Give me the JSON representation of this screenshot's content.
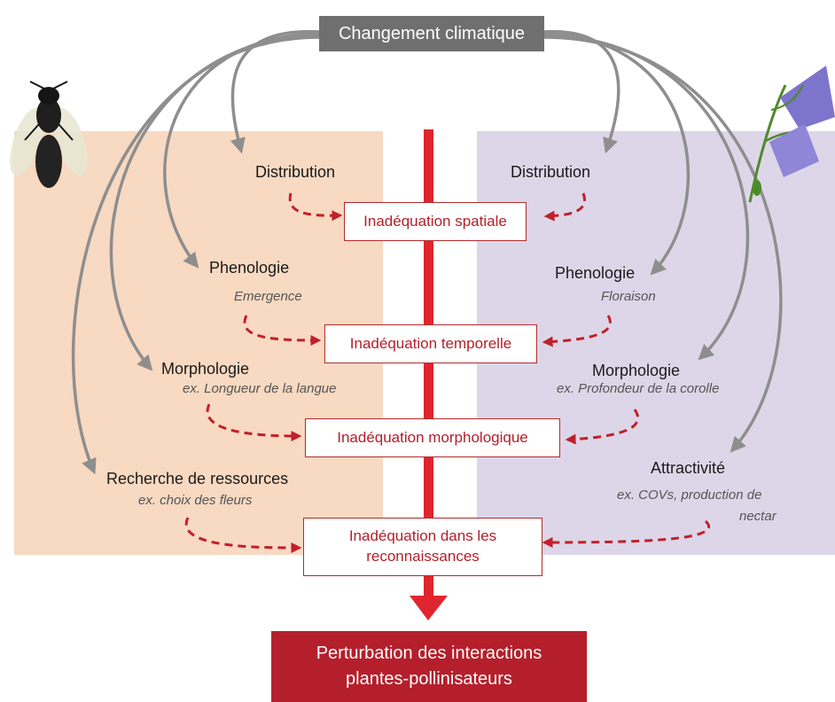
{
  "title": "Changement climatique",
  "outcome": "Perturbation des interactions\nplantes-pollinisateurs",
  "left": {
    "distribution": "Distribution",
    "phenologie": "Phenologie",
    "phenologie_sub": "Emergence",
    "morphologie": "Morphologie",
    "morphologie_sub": "ex. Longueur de la langue",
    "recherche": "Recherche de ressources",
    "recherche_sub": "ex. choix des fleurs"
  },
  "right": {
    "distribution": "Distribution",
    "phenologie": "Phenologie",
    "phenologie_sub": "Floraison",
    "morphologie": "Morphologie",
    "morphologie_sub": "ex. Profondeur de la corolle",
    "attractivite": "Attractivité",
    "attractivite_sub1": "ex. COVs, production de",
    "attractivite_sub2": "nectar"
  },
  "mismatches": {
    "spatiale": "Inadéquation spatiale",
    "temporelle": "Inadéquation temporelle",
    "morphologique": "Inadéquation morphologique",
    "reconnaissances": "Inadéquation dans les\nreconnaissances"
  },
  "colors": {
    "left_panel": "#f8d9c2",
    "right_panel": "#ddd6e8",
    "accent_red": "#b51f2b",
    "arrow_gray": "#8e8e8e",
    "title_box": "#6f6f6f"
  }
}
